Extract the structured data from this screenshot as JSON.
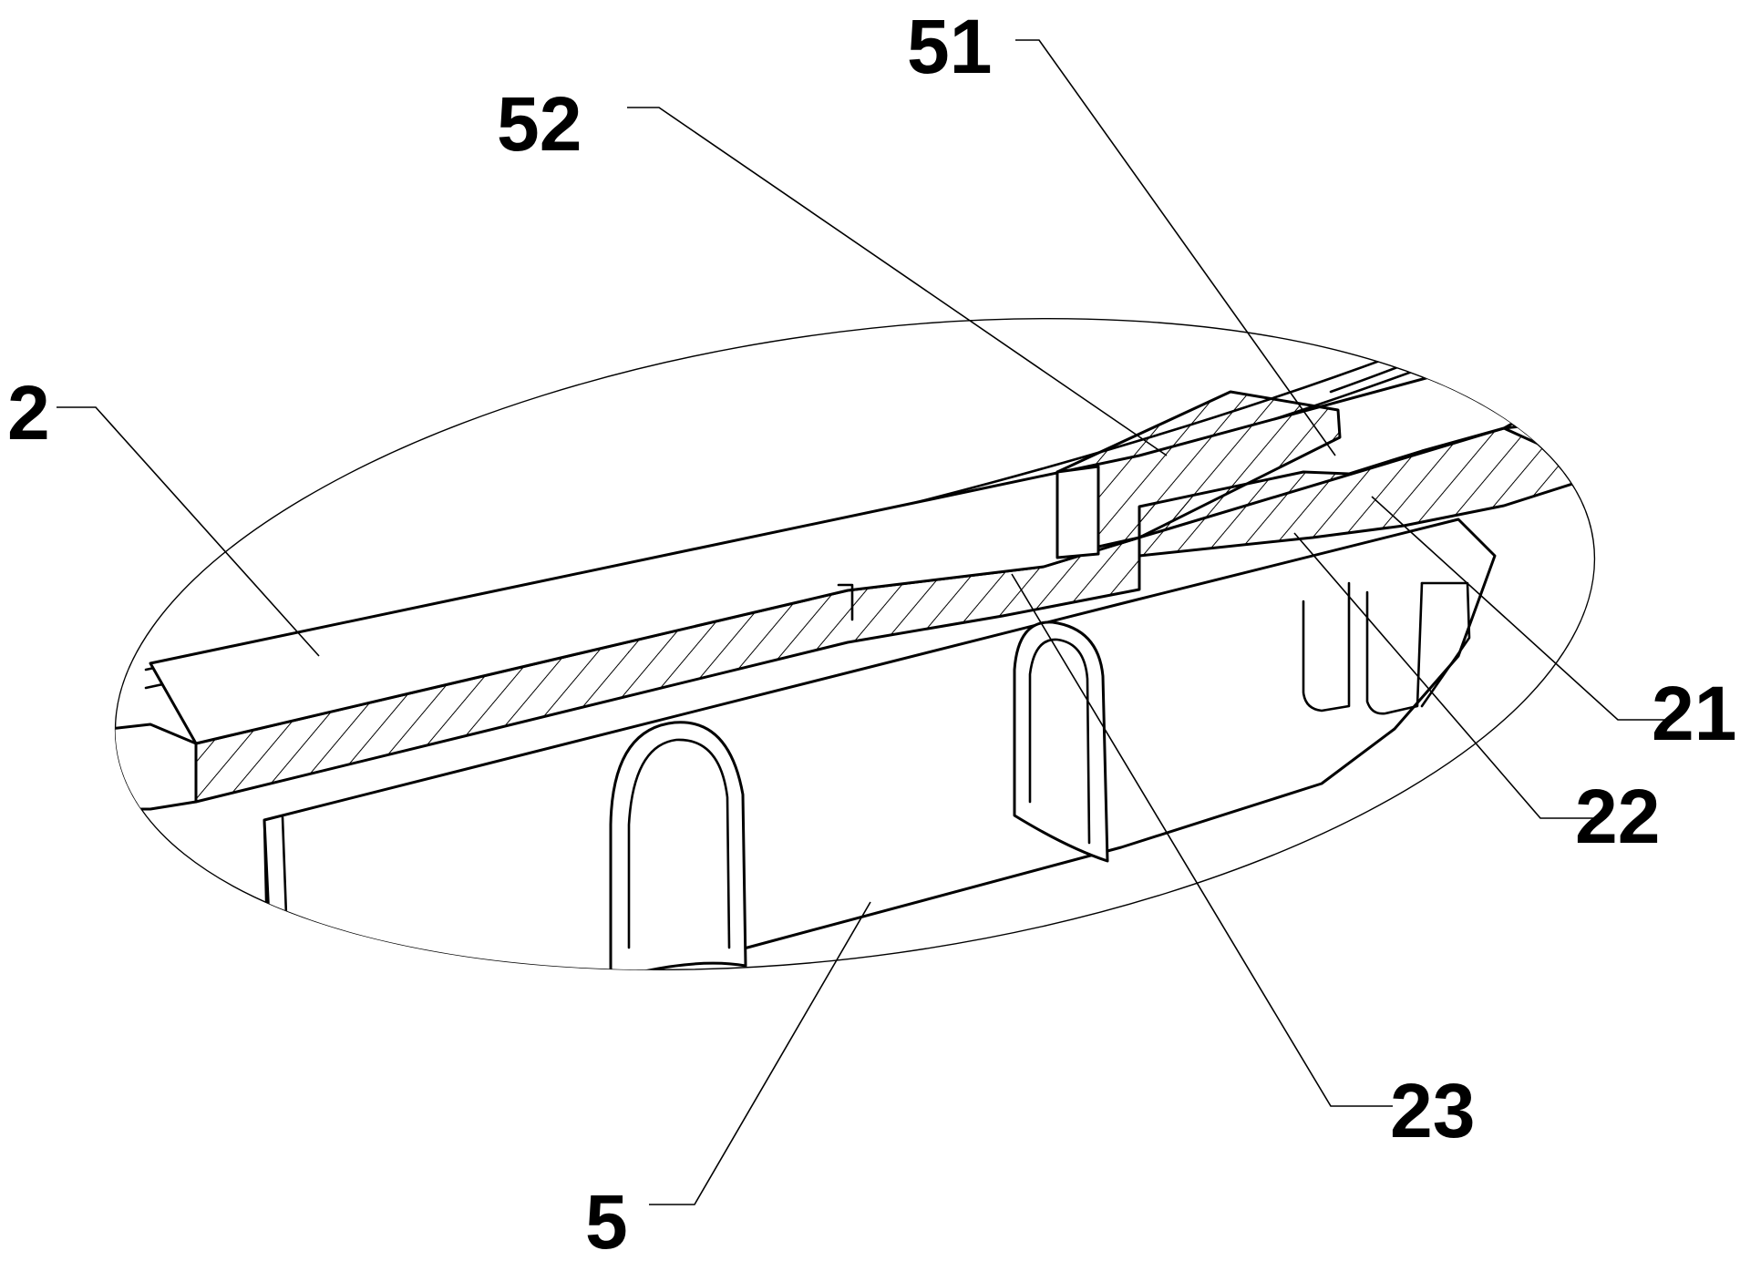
{
  "labels": {
    "l2": "2",
    "l5": "5",
    "l21": "21",
    "l22": "22",
    "l23": "23",
    "l51": "51",
    "l52": "52"
  },
  "colors": {
    "line": "#000000",
    "background": "#ffffff"
  }
}
